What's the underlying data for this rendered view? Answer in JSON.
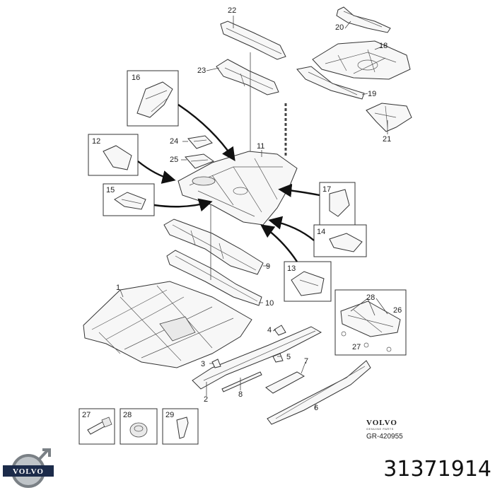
{
  "callouts": {
    "c1": "1",
    "c2": "2",
    "c3": "3",
    "c4": "4",
    "c5": "5",
    "c6": "6",
    "c7": "7",
    "c8": "8",
    "c9": "9",
    "c10": "10",
    "c11": "11",
    "c12": "12",
    "c13": "13",
    "c14": "14",
    "c15": "15",
    "c16": "16",
    "c17": "17",
    "c18": "18",
    "c19": "19",
    "c20": "20",
    "c21": "21",
    "c22": "22",
    "c23": "23",
    "c24": "24",
    "c25": "25",
    "c26": "26",
    "c27": "27",
    "c27b": "27",
    "c28": "28",
    "c28b": "28",
    "c29": "29"
  },
  "branding": {
    "brand_name": "VOLVO",
    "brand_sub": "GENUINE PARTS",
    "reference": "GR-420955",
    "logo_text": "VOLVO"
  },
  "part_number": "31371914"
}
